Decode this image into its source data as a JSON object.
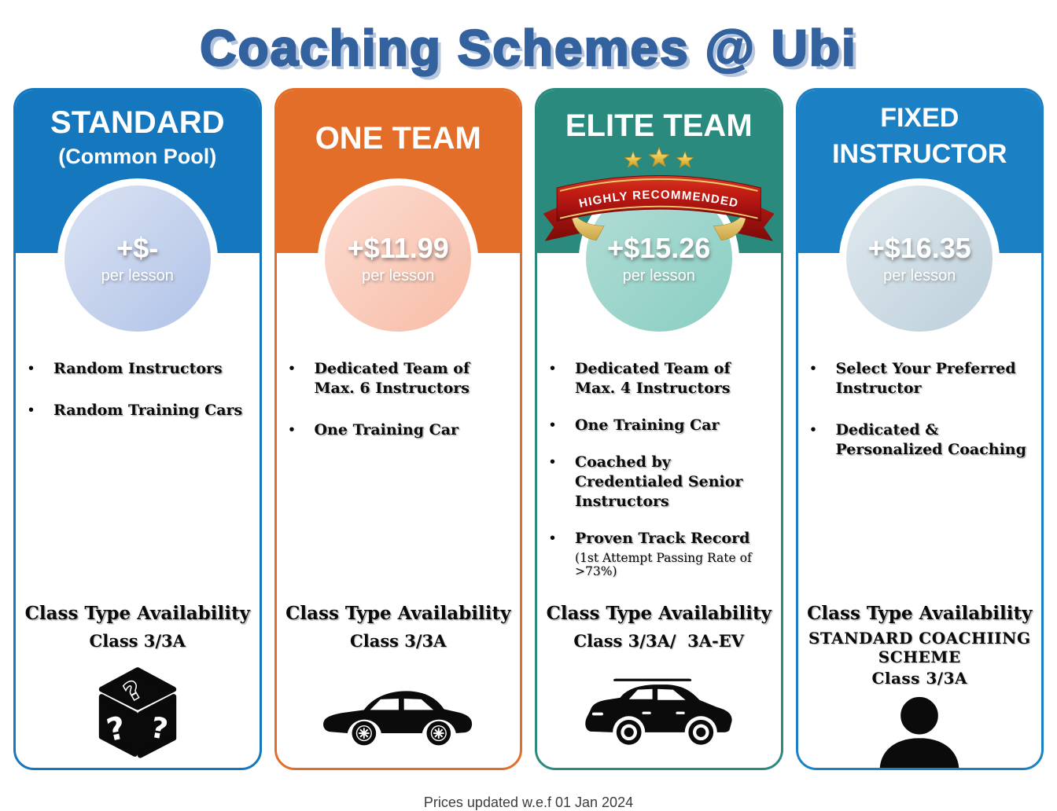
{
  "page": {
    "title": "Coaching Schemes @ Ubi",
    "footer_note": "Prices updated w.e.f 01 Jan 2024",
    "title_color": "#33629E"
  },
  "cards": [
    {
      "name": "standard",
      "title": "STANDARD",
      "subtitle": "(Common Pool)",
      "price": "+$-",
      "per_lesson": "per lesson",
      "features": [
        {
          "text": "Random Instructors"
        },
        {
          "text": "Random Training Cars"
        }
      ],
      "availability_heading": "Class Type Availability",
      "availability_lines": [
        "Class 3/3A"
      ],
      "icon": "mystery-box-icon",
      "accent_color": "#1577BD"
    },
    {
      "name": "one-team",
      "title": "ONE TEAM",
      "price": "+$11.99",
      "per_lesson": "per lesson",
      "features": [
        {
          "text": "Dedicated Team of Max. 6 Instructors"
        },
        {
          "text": "One Training Car"
        }
      ],
      "availability_heading": "Class Type Availability",
      "availability_lines": [
        "Class 3/3A"
      ],
      "icon": "sedan-car-icon",
      "accent_color": "#E26E2A"
    },
    {
      "name": "elite-team",
      "title": "ELITE TEAM",
      "stars": 3,
      "badge": "HIGHLY RECOMMENDED",
      "price": "+$15.26",
      "per_lesson": "per lesson",
      "features": [
        {
          "text": "Dedicated Team of Max. 4 Instructors"
        },
        {
          "text": "One Training Car"
        },
        {
          "text": "Coached by Credentialed Senior Instructors"
        },
        {
          "text": "Proven Track Record",
          "note": "(1st Attempt Passing Rate of >73%)"
        }
      ],
      "availability_heading": "Class Type Availability",
      "availability_lines": [
        "Class 3/3A/  3A-EV"
      ],
      "icon": "suv-car-icon",
      "accent_color": "#2A8A7E",
      "ribbon_color": "#C41D13",
      "star_color": "#E9C649"
    },
    {
      "name": "fixed-instructor",
      "title": "FIXED INSTRUCTOR",
      "price": "+$16.35",
      "per_lesson": "per lesson",
      "features": [
        {
          "text": "Select Your Preferred Instructor"
        },
        {
          "text": "Dedicated & Personalized Coaching"
        }
      ],
      "availability_heading": "Class Type Availability",
      "availability_lines": [
        "STANDARD COACHIING SCHEME",
        "Class 3/3A"
      ],
      "icon": "person-icon",
      "accent_color": "#1B80C4"
    }
  ]
}
